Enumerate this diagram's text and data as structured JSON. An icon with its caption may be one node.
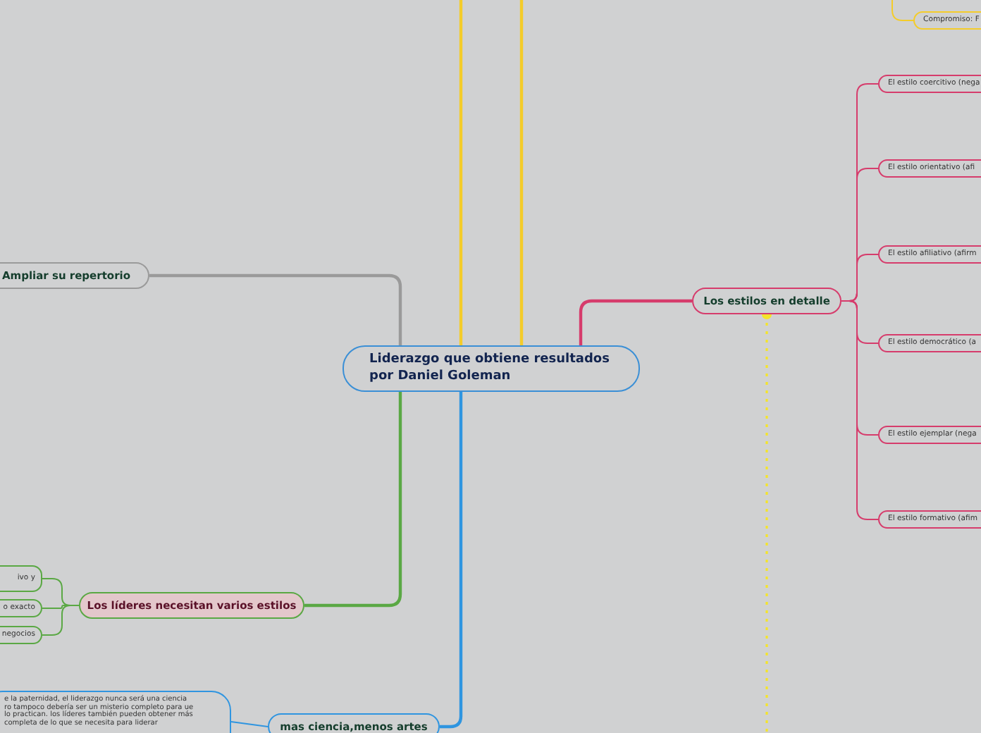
{
  "diagram": {
    "nodes": [
      {
        "text": [
          "Liderazgo que obtiene resultados por Daniel Goleman"
        ]
      },
      {
        "text": [
          "Ampliar su repertorio"
        ]
      },
      {
        "text": [
          "Los estilos en detalle"
        ]
      },
      {
        "text": [
          "El estilo coercitivo (nega"
        ]
      },
      {
        "text": [
          "El estilo orientativo (afi"
        ]
      },
      {
        "text": [
          "El estilo afiliativo (afirm"
        ]
      },
      {
        "text": [
          "El estilo democrático (a"
        ]
      },
      {
        "text": [
          "El estilo ejemplar (nega"
        ]
      },
      {
        "text": [
          "El estilo formativo (afim"
        ]
      },
      {
        "text": [
          "Compromiso: F"
        ]
      },
      {
        "text": [
          "Los líderes necesitan varios estilos"
        ]
      },
      {
        "text": [
          "ivo y"
        ]
      },
      {
        "text": [
          "o exacto"
        ]
      },
      {
        "text": [
          "negocios"
        ]
      },
      {
        "text": [
          "mas ciencia,menos artes"
        ]
      },
      {
        "text": [
          "e la paternidad, el liderazgo nunca será una ciencia ro tampoco debería ser un misterio completo para ue lo practican. los líderes también pueden obtener más completa de lo que se necesita para liderar"
        ]
      }
    ],
    "edges": [
      {
        "from": 0,
        "to": 1,
        "arrow": "none",
        "color": "#9a9a9a"
      },
      {
        "from": 0,
        "to": 2,
        "arrow": "none"
      },
      {
        "from": 2,
        "to": 3,
        "arrow": "none"
      },
      {
        "from": 2,
        "to": 4,
        "arrow": "none"
      },
      {
        "from": 2,
        "to": 5,
        "arrow": "none"
      },
      {
        "from": 2,
        "to": 6,
        "arrow": "none"
      },
      {
        "from": 2,
        "to": 7,
        "arrow": "none"
      },
      {
        "from": 2,
        "to": 8,
        "arrow": "none"
      },
      {
        "from": 0,
        "to": 10,
        "arrow": "none",
        "color": "#5aa844"
      },
      {
        "from": 10,
        "to": 11,
        "arrow": "none",
        "color": "#5aa844"
      },
      {
        "from": 10,
        "to": 12,
        "arrow": "none",
        "color": "#5aa844"
      },
      {
        "from": 10,
        "to": 13,
        "arrow": "none",
        "color": "#5aa844"
      },
      {
        "from": 0,
        "to": 14,
        "arrow": "none",
        "color": "#2f95e0"
      },
      {
        "from": 14,
        "to": 15,
        "arrow": "none",
        "color": "#2f95e0"
      },
      {
        "from": 0,
        "to": null,
        "arrow": "none",
        "color": "#f4cc2a"
      },
      {
        "from": 0,
        "to": null,
        "arrow": "none",
        "color": "#f4cc2a"
      },
      {
        "from": 2,
        "to": null,
        "arrow": "other",
        "style": "dashed",
        "color": "#f4e42a"
      },
      {
        "from": null,
        "to": 9,
        "arrow": "none",
        "color": "#f4cc2a"
      }
    ]
  }
}
